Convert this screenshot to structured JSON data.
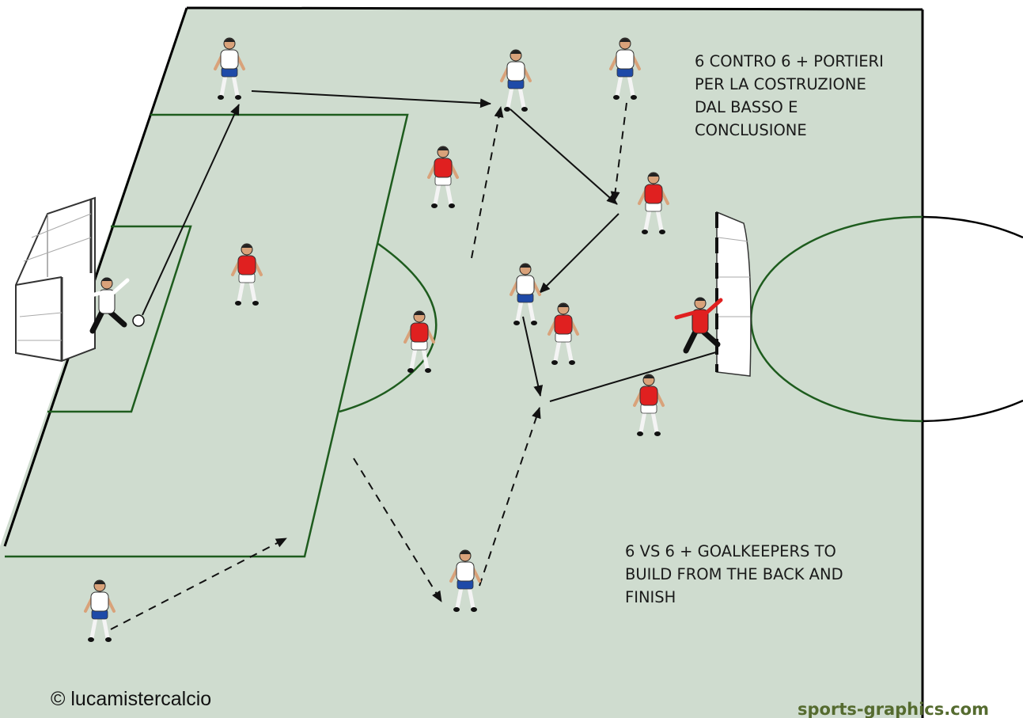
{
  "colors": {
    "pitch": "#cfdccf",
    "line_green": "#1e5c1e",
    "team_red": "#e02020",
    "team_white": "#ffffff",
    "shorts_blue": "#1e4aa8",
    "keeper_black": "#111111",
    "brand": "#556b2f"
  },
  "text": {
    "italian_lines": [
      "6 CONTRO 6 + PORTIERI",
      "PER LA COSTRUZIONE",
      "DAL BASSO E",
      "CONCLUSIONE"
    ],
    "english_lines": [
      "6 VS 6 + GOALKEEPERS TO",
      "BUILD FROM THE BACK AND",
      "FINISH"
    ],
    "copyright": "© lucamistercalcio",
    "brand": "sports-graphics.com"
  },
  "players": [
    {
      "team": "white",
      "role": "outfield",
      "name_icon": "white-player-icon"
    },
    {
      "team": "white",
      "role": "outfield",
      "name_icon": "white-player-icon"
    },
    {
      "team": "white",
      "role": "outfield",
      "name_icon": "white-player-icon"
    },
    {
      "team": "white",
      "role": "outfield",
      "name_icon": "white-player-icon"
    },
    {
      "team": "white",
      "role": "outfield",
      "name_icon": "white-player-icon"
    },
    {
      "team": "white",
      "role": "outfield",
      "name_icon": "white-player-icon"
    },
    {
      "team": "red",
      "role": "outfield",
      "name_icon": "red-player-icon"
    },
    {
      "team": "red",
      "role": "outfield",
      "name_icon": "red-player-icon"
    },
    {
      "team": "red",
      "role": "outfield",
      "name_icon": "red-player-icon"
    },
    {
      "team": "red",
      "role": "outfield",
      "name_icon": "red-player-icon"
    },
    {
      "team": "red",
      "role": "outfield",
      "name_icon": "red-player-icon"
    },
    {
      "team": "red",
      "role": "outfield",
      "name_icon": "red-player-icon"
    },
    {
      "team": "white",
      "role": "goalkeeper",
      "name_icon": "white-goalkeeper-icon"
    },
    {
      "team": "red",
      "role": "goalkeeper",
      "name_icon": "red-goalkeeper-icon"
    }
  ],
  "movements": [
    {
      "type": "pass",
      "style": "solid"
    },
    {
      "type": "pass",
      "style": "solid"
    },
    {
      "type": "pass",
      "style": "solid"
    },
    {
      "type": "pass",
      "style": "solid"
    },
    {
      "type": "dribble",
      "style": "solid"
    },
    {
      "type": "shot",
      "style": "solid"
    },
    {
      "type": "run",
      "style": "dashed"
    },
    {
      "type": "run",
      "style": "dashed"
    },
    {
      "type": "run",
      "style": "dashed"
    },
    {
      "type": "run",
      "style": "dashed"
    },
    {
      "type": "run",
      "style": "dashed"
    }
  ]
}
